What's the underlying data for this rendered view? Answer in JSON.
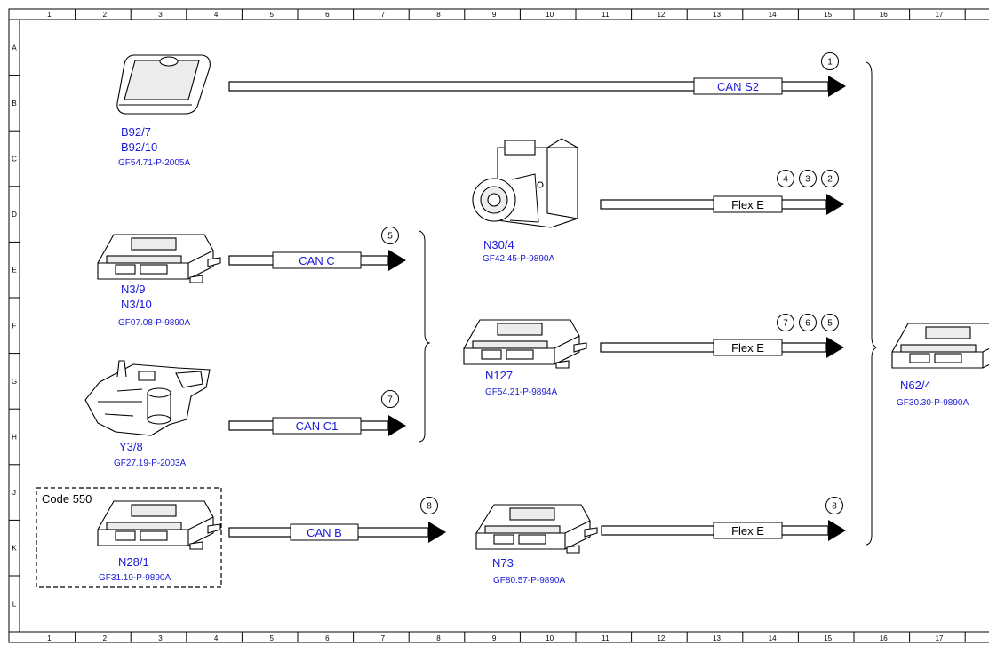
{
  "grid": {
    "columns": [
      "1",
      "2",
      "3",
      "4",
      "5",
      "6",
      "7",
      "8",
      "9",
      "10",
      "11",
      "12",
      "13",
      "14",
      "15",
      "16",
      "17"
    ],
    "rows": [
      "A",
      "B",
      "C",
      "D",
      "E",
      "F",
      "G",
      "H",
      "J",
      "K",
      "L"
    ]
  },
  "components": [
    {
      "id": "b92",
      "names": [
        "B92/7",
        "B92/10"
      ],
      "ref": "GF54.71-P-2005A"
    },
    {
      "id": "n3",
      "names": [
        "N3/9",
        "N3/10"
      ],
      "ref": "GF07.08-P-9890A"
    },
    {
      "id": "y3",
      "names": [
        "Y3/8"
      ],
      "ref": "GF27.19-P-2003A"
    },
    {
      "id": "n28",
      "names": [
        "N28/1"
      ],
      "ref": "GF31.19-P-9890A"
    },
    {
      "id": "n30",
      "names": [
        "N30/4"
      ],
      "ref": "GF42.45-P-9890A"
    },
    {
      "id": "n127",
      "names": [
        "N127"
      ],
      "ref": "GF54.21-P-9894A"
    },
    {
      "id": "n73",
      "names": [
        "N73"
      ],
      "ref": "GF80.57-P-9890A"
    },
    {
      "id": "n62",
      "names": [
        "N62/4"
      ],
      "ref": "GF30.30-P-9890A"
    }
  ],
  "buses": [
    {
      "id": "can_s2",
      "label": "CAN S2",
      "markers": [
        "1"
      ]
    },
    {
      "id": "can_c",
      "label": "CAN C",
      "markers": [
        "5"
      ]
    },
    {
      "id": "can_c1",
      "label": "CAN C1",
      "markers": [
        "7"
      ]
    },
    {
      "id": "can_b",
      "label": "CAN B",
      "markers": [
        "8"
      ]
    },
    {
      "id": "flex_n30",
      "label": "Flex E",
      "markers": [
        "4",
        "3",
        "2"
      ]
    },
    {
      "id": "flex_n127",
      "label": "Flex E",
      "markers": [
        "7",
        "6",
        "5"
      ]
    },
    {
      "id": "flex_n73",
      "label": "Flex E",
      "markers": [
        "8"
      ]
    }
  ],
  "code_box": {
    "label": "Code 550"
  },
  "colors": {
    "label_blue": "#1a1ad6",
    "line": "#000000",
    "background": "#ffffff"
  }
}
